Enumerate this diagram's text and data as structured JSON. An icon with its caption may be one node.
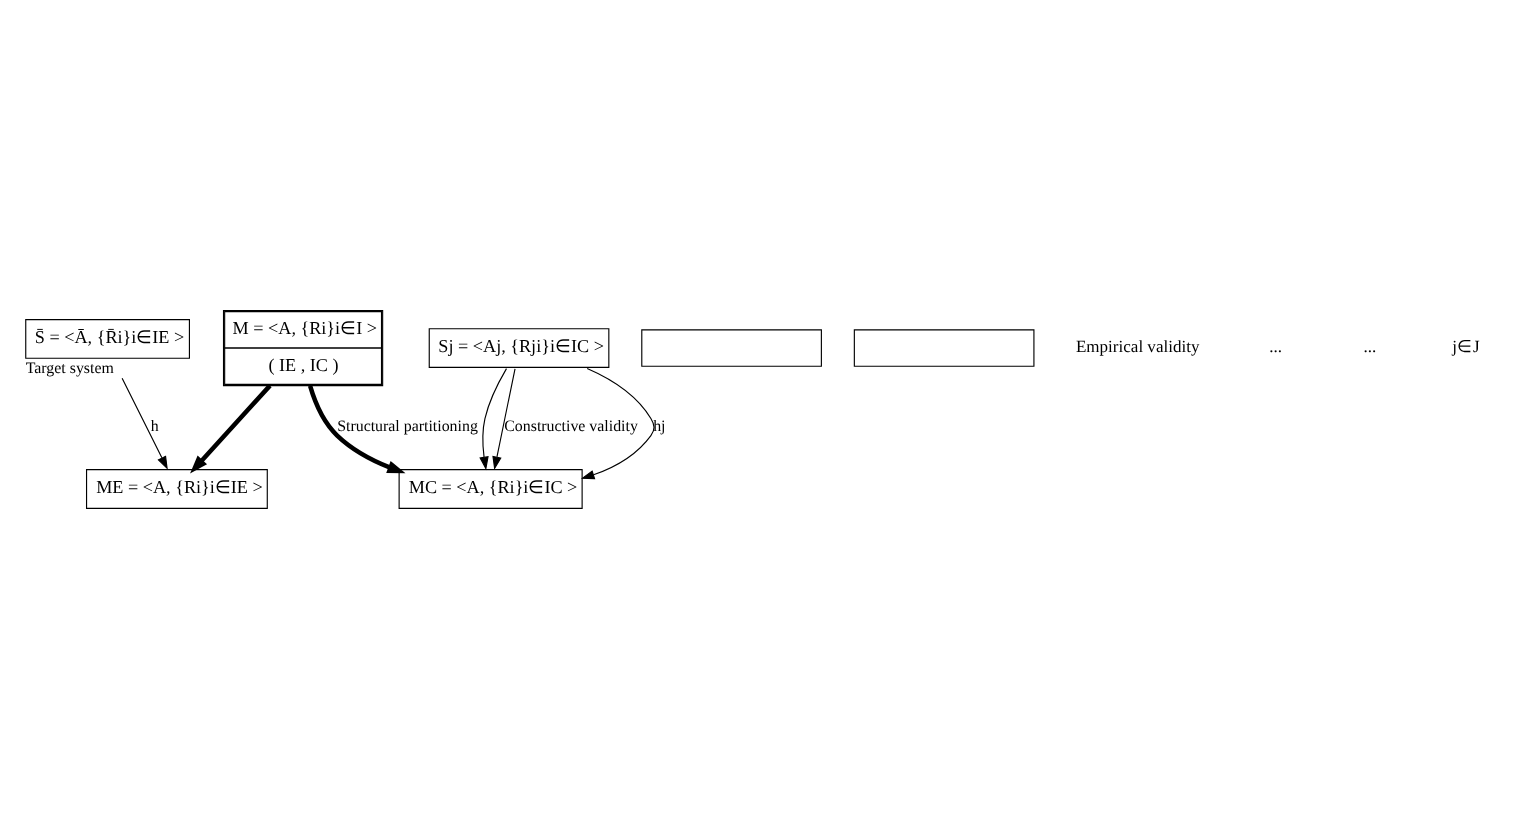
{
  "diagram": {
    "nodes": [
      {
        "text": [
          "M = <A, {Ri}i∈I >",
          "( IE , IC )"
        ]
      },
      {
        "text": [
          "ME = <A, {Ri}i∈IE >"
        ]
      },
      {
        "text": [
          "MC = <A, {Ri}i∈IC >"
        ]
      },
      {
        "text": [
          "S̄ = <Ā, {R̄i}i∈IE >"
        ],
        "beside": [
          "Target system"
        ]
      },
      {
        "text": [],
        "shape": "box"
      },
      {
        "text": [],
        "shape": "box"
      },
      {
        "text": [
          "Sj = <Aj, {Rji}i∈IC >"
        ]
      }
    ],
    "edges": [
      {
        "from": 0,
        "to": 1,
        "arrow": "to",
        "style": "thick"
      },
      {
        "from": 0,
        "to": 2,
        "arrow": "to",
        "style": "thick",
        "label": "Structural partitioning"
      },
      {
        "from": 3,
        "to": 1,
        "arrow": "to",
        "label": "h"
      },
      {
        "from": 6,
        "to": 2,
        "arrow": "to",
        "label": "hj"
      },
      {
        "from": 6,
        "to": 2,
        "arrow": "to"
      },
      {
        "from": 6,
        "to": 2,
        "arrow": "to",
        "label": "Constructive validity"
      }
    ],
    "labels": [
      "Empirical validity",
      "...",
      "...",
      "j∈J"
    ]
  }
}
